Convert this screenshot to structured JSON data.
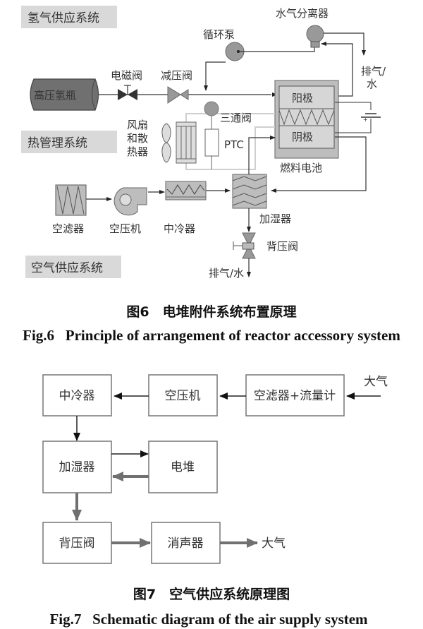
{
  "figure6": {
    "systems": {
      "hydrogen": "氢气供应系统",
      "thermal": "热管理系统",
      "air": "空气供应系统"
    },
    "components": {
      "tank": "高压氢瓶",
      "solenoid_valve": "电磁阀",
      "reducing_valve": "减压阀",
      "circulation_pump": "循环泵",
      "water_separator": "水气分离器",
      "exhaust_top_1": "排气/",
      "exhaust_top_2": "水",
      "anode": "阳极",
      "cathode": "阴极",
      "fuel_cell": "燃料电池",
      "three_way_valve": "三通阀",
      "ptc": "PTC",
      "fan_1": "风扇",
      "fan_2": "和散",
      "fan_3": "热器",
      "air_filter": "空滤器",
      "compressor": "空压机",
      "intercooler": "中冷器",
      "humidifier": "加湿器",
      "back_pressure_valve": "背压阀",
      "exhaust_bottom": "排气/水"
    },
    "caption_cn": "图6　电堆附件系统布置原理",
    "caption_en": "Fig.6   Principle of arrangement of reactor accessory system"
  },
  "figure7": {
    "boxes": {
      "intercooler": "中冷器",
      "compressor": "空压机",
      "filter_flowmeter": "空滤器+流量计",
      "humidifier": "加湿器",
      "stack": "电堆",
      "back_pressure_valve": "背压阀",
      "muffler": "消声器"
    },
    "atmosphere_in": "大气",
    "atmosphere_out": "大气",
    "caption_cn": "图7　空气供应系统原理图",
    "caption_en": "Fig.7   Schematic diagram of the air supply system"
  }
}
